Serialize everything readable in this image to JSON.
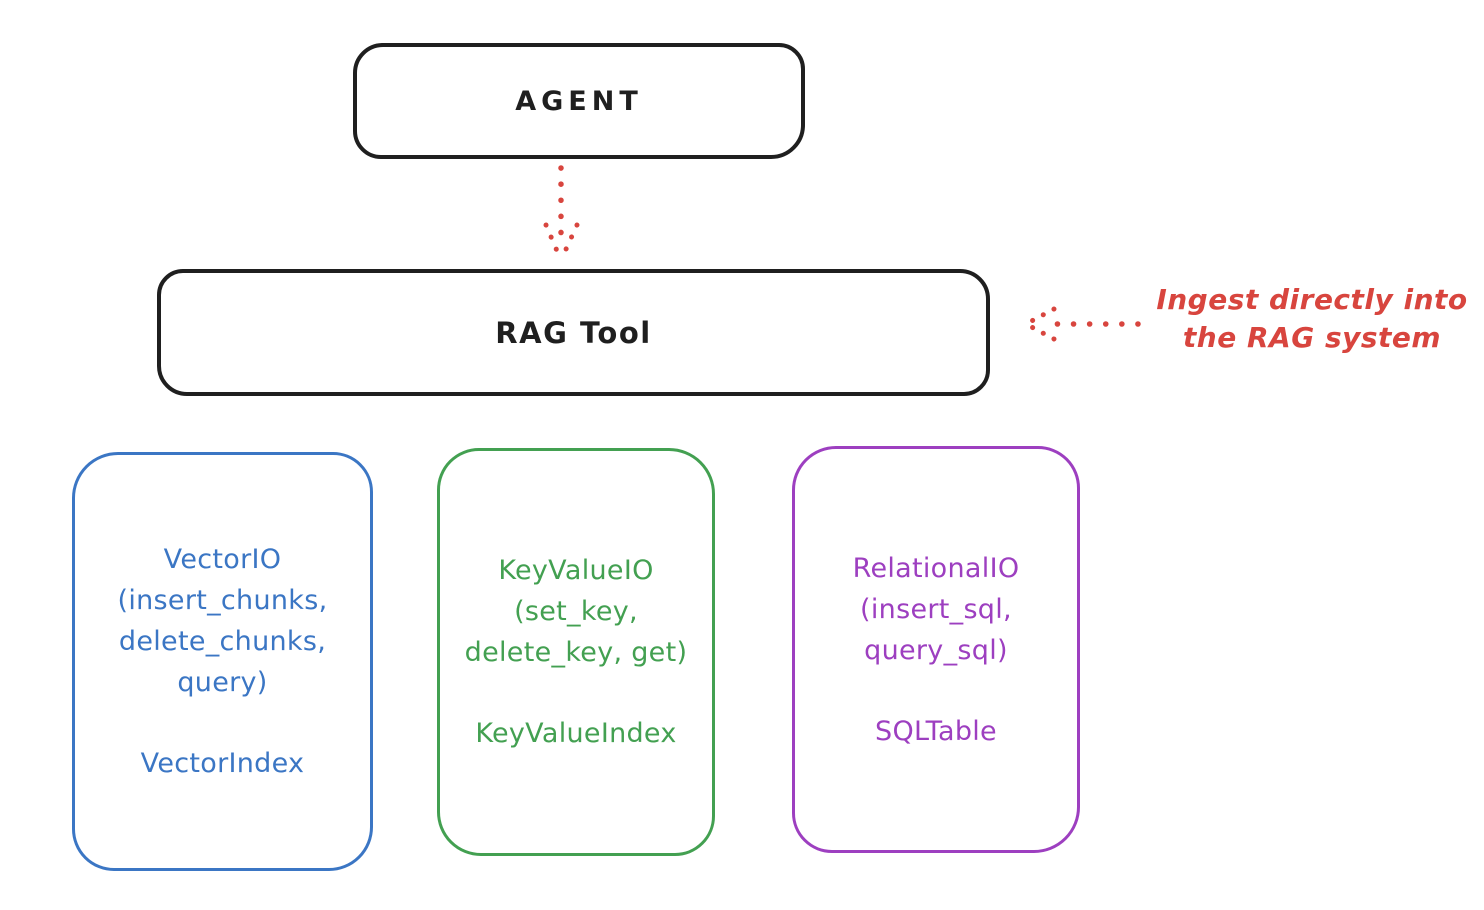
{
  "diagram": {
    "agent_box": {
      "label": "AGENT"
    },
    "rag_tool_box": {
      "label": "RAG Tool"
    },
    "annotation": {
      "line1": "Ingest directly into",
      "line2": "the RAG system",
      "color": "#d8453e"
    },
    "arrows": {
      "agent_to_rag_tool": "dotted-arrow-down",
      "ingest_to_rag_tool": "dotted-arrow-left",
      "color": "#d8453e"
    },
    "outline_color": "#1f1f1f",
    "io_boxes": [
      {
        "name": "vector-io",
        "color": "#3b76c4",
        "lines": [
          "VectorIO",
          "(insert_chunks,",
          "delete_chunks,",
          "query)"
        ],
        "index_label": "VectorIndex"
      },
      {
        "name": "keyvalue-io",
        "color": "#43a051",
        "lines": [
          "KeyValueIO",
          "(set_key,",
          "delete_key, get)"
        ],
        "index_label": "KeyValueIndex"
      },
      {
        "name": "relational-io",
        "color": "#9d3fc0",
        "lines": [
          "RelationalIO",
          "(insert_sql,",
          "query_sql)"
        ],
        "index_label": "SQLTable"
      }
    ]
  }
}
